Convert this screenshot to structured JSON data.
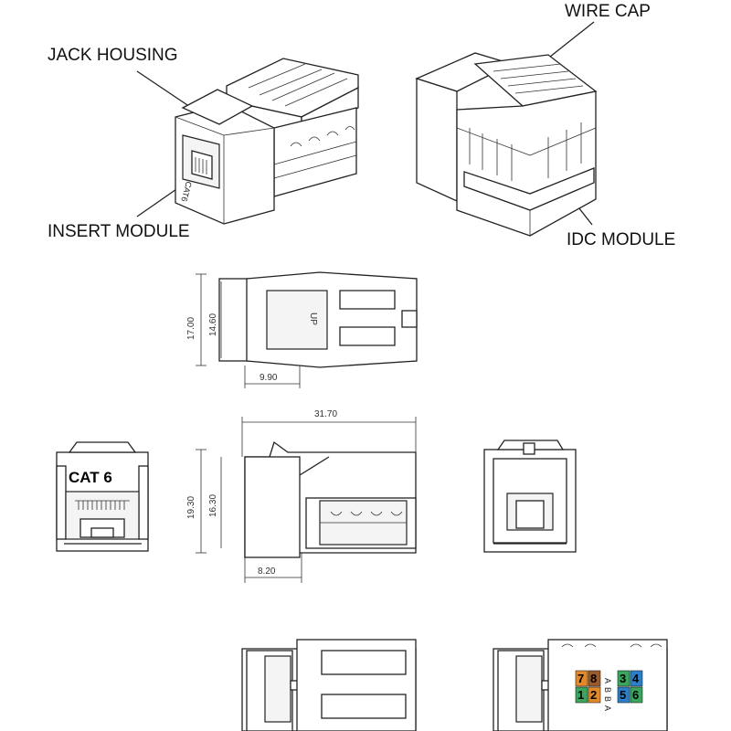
{
  "callouts": {
    "jack_housing": "JACK HOUSING",
    "insert_module": "INSERT MODULE",
    "wire_cap": "WIRE CAP",
    "idc_module": "IDC MODULE"
  },
  "markings": {
    "housing_face": "CAT6",
    "up": "UP",
    "front_face": "CAT 6",
    "ab_a": "A",
    "ab_b": "B",
    "ab_b2": "B",
    "ab_a2": "A"
  },
  "dimensions": {
    "top_height": "17.00",
    "top_inner": "14.60",
    "top_depth": "9.90",
    "side_length": "31.70",
    "side_height": "19.30",
    "side_inner": "16.30",
    "side_depth": "8.20"
  },
  "wiring_pins": [
    {
      "label": "7",
      "color": "#e2892a"
    },
    {
      "label": "8",
      "color": "#9a5a2a"
    },
    {
      "label": "5",
      "color": "#2b7fc8"
    },
    {
      "label": "6",
      "color": "#3aa55c"
    },
    {
      "label": "3",
      "color": "#3aa55c"
    },
    {
      "label": "4",
      "color": "#2b7fc8"
    }
  ],
  "wiring_bottom_pins": [
    {
      "label": "1",
      "color": "#3aa55c"
    },
    {
      "label": "2",
      "color": "#e2892a"
    }
  ]
}
